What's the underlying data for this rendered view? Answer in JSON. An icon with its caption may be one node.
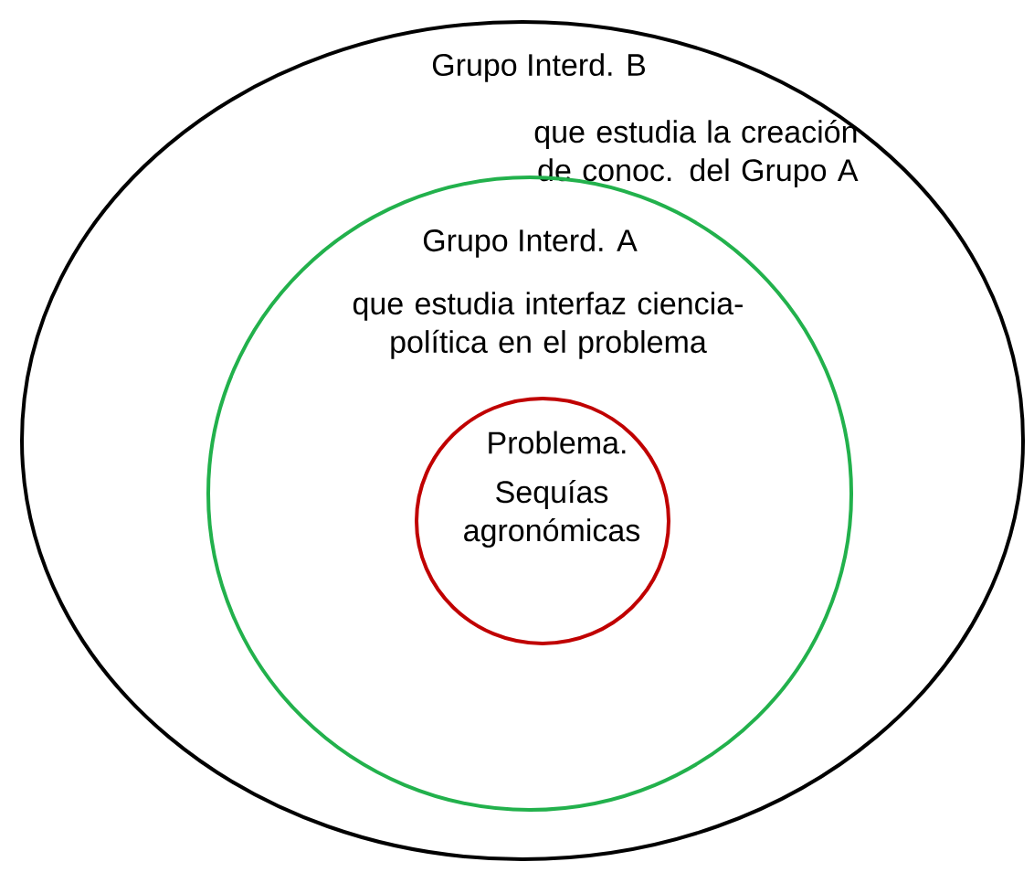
{
  "diagram": {
    "nodes": [
      {
        "text": [
          "Grupo Interd. B",
          "que estudia la creación de conoc. del Grupo A"
        ]
      },
      {
        "text": [
          "Grupo Interd. A",
          "que estudia interfaz ciencia-política en el problema"
        ],
        "in": 0
      },
      {
        "text": [
          "Problema.",
          "Sequías agronómicas"
        ],
        "in": 1
      }
    ]
  }
}
